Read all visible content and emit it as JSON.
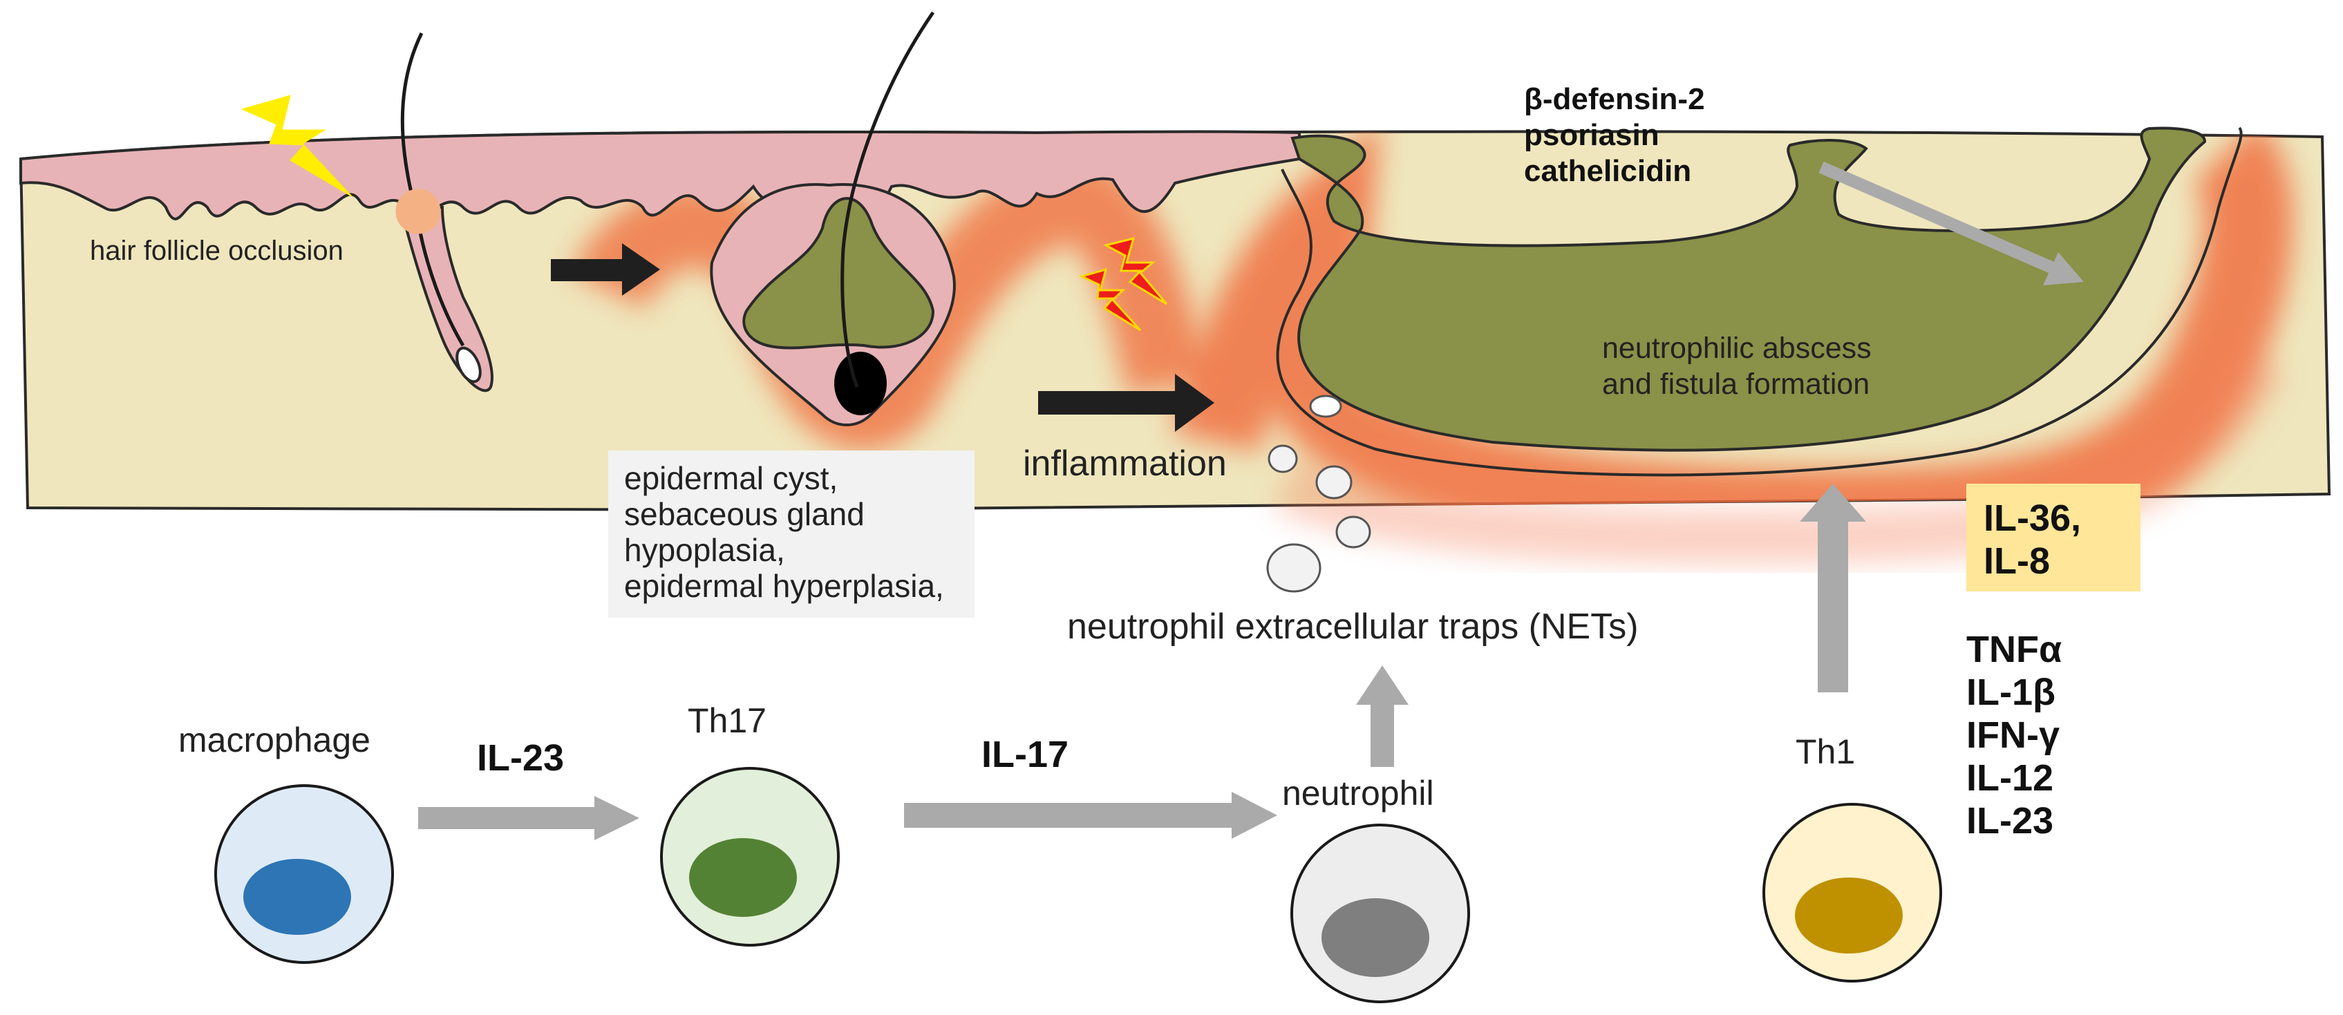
{
  "skin_labels": {
    "hair_follicle_occlusion": "hair follicle occlusion",
    "neutrophilic_abscess_line1": "neutrophilic abscess",
    "neutrophilic_abscess_line2": "and fistula formation",
    "inflammation": "inflammation",
    "nets": "neutrophil extracellular traps (NETs)"
  },
  "cyst_box_lines": [
    "epidermal cyst,",
    "sebaceous gland",
    "hypoplasia,",
    "epidermal hyperplasia,"
  ],
  "antimicrobial_peptides": [
    "β-defensin-2",
    "psoriasin",
    "cathelicidin"
  ],
  "il36_box_lines": [
    "IL-36,",
    "IL-8"
  ],
  "th1_cytokines": [
    "TNFα",
    "IL-1β",
    "IFN-γ",
    "IL-12",
    "IL-23"
  ],
  "cells": {
    "macrophage": "macrophage",
    "th17": "Th17",
    "neutrophil": "neutrophil",
    "th1": "Th1"
  },
  "arrow_labels": {
    "il23": "IL-23",
    "il17": "IL-17"
  },
  "colors": {
    "dermis": "#efe6bd",
    "epidermis": "#e8b3b6",
    "abscess": "#8a9148",
    "inflammation": "#f06a3a",
    "gray_arrow": "#aaaaaa",
    "black_arrow": "#1f1f1f",
    "lightning_yellow": "#ffee00",
    "lightning_red": "#ee1c1c",
    "macrophage_nucleus": "#2e75b6",
    "th17_nucleus": "#548235",
    "neutrophil_nucleus": "#7f7f7f",
    "th1_nucleus": "#bf9000",
    "il36_box": "#ffe699",
    "cyst_box": "#f2f2f2"
  }
}
